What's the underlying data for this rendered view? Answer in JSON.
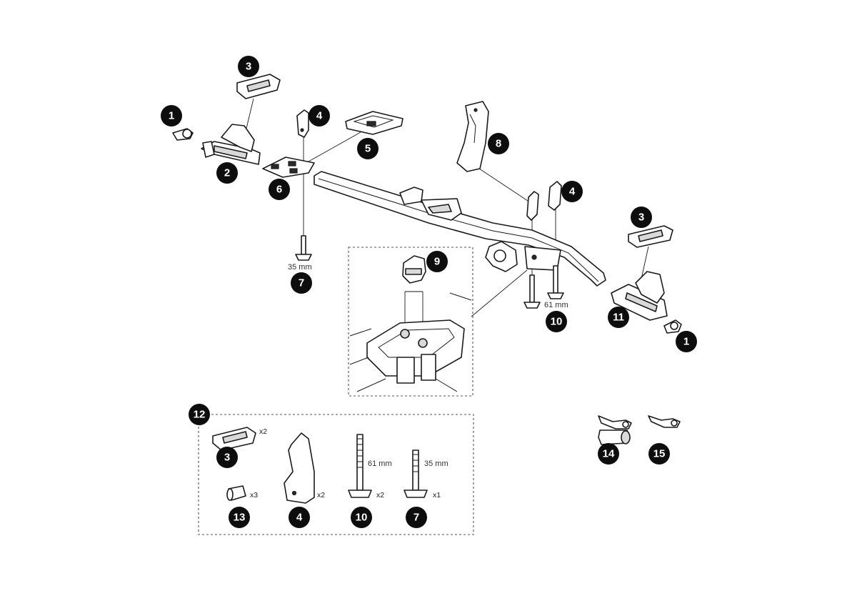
{
  "badges": {
    "b1a": "1",
    "b1b": "1",
    "b2": "2",
    "b3a": "3",
    "b3b": "3",
    "b3c": "3",
    "b4a": "4",
    "b4b": "4",
    "b4c": "4",
    "b5": "5",
    "b6": "6",
    "b7a": "7",
    "b7b": "7",
    "b8": "8",
    "b9": "9",
    "b10a": "10",
    "b10b": "10",
    "b11": "11",
    "b12": "12",
    "b13": "13",
    "b14": "14",
    "b15": "15"
  },
  "dimensions": {
    "bolt_35_top": "35 mm",
    "bolt_61_top": "61 mm",
    "bolt_61_kit": "61 mm",
    "bolt_35_kit": "35 mm"
  },
  "quantities": {
    "strap_x2": "x2",
    "cap_x3": "x3",
    "holder_x2": "x2",
    "bolt61_x2": "x2",
    "bolt35_x1": "x1"
  },
  "colors": {
    "badge": "#0d0d0d",
    "outline": "#1a1a1a",
    "background": "#ffffff"
  }
}
